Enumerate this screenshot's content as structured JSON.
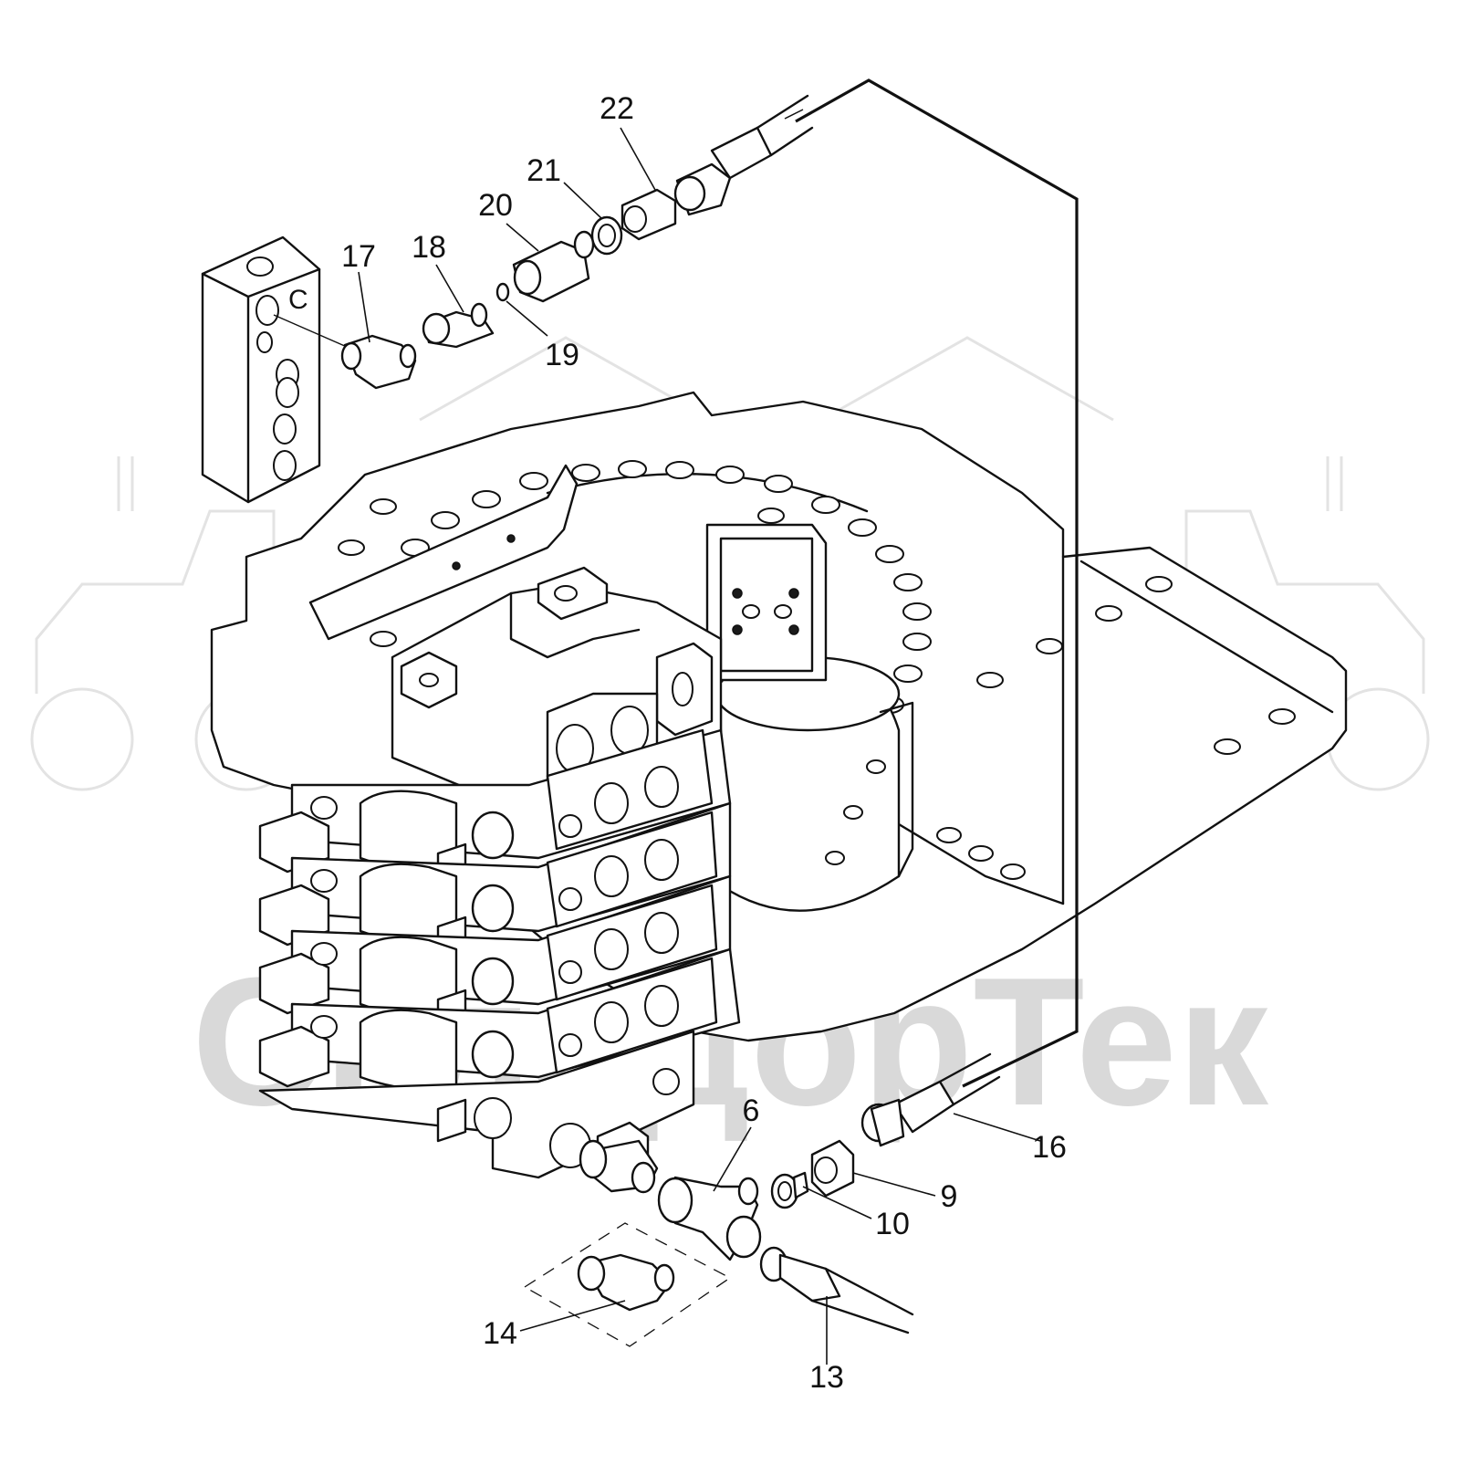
{
  "watermark": {
    "text": "СкладорТек",
    "color": "#d9d9d9"
  },
  "port_block": {
    "port_letter": "C"
  },
  "callouts": [
    {
      "id": "label-22",
      "text": "22"
    },
    {
      "id": "label-21",
      "text": "21"
    },
    {
      "id": "label-20",
      "text": "20"
    },
    {
      "id": "label-18",
      "text": "18"
    },
    {
      "id": "label-17",
      "text": "17"
    },
    {
      "id": "label-19",
      "text": "19"
    },
    {
      "id": "label-6",
      "text": "6"
    },
    {
      "id": "label-16",
      "text": "16"
    },
    {
      "id": "label-9",
      "text": "9"
    },
    {
      "id": "label-10",
      "text": "10"
    },
    {
      "id": "label-14",
      "text": "14"
    },
    {
      "id": "label-13",
      "text": "13"
    }
  ],
  "colors": {
    "line": "#111111",
    "background": "#ffffff"
  }
}
